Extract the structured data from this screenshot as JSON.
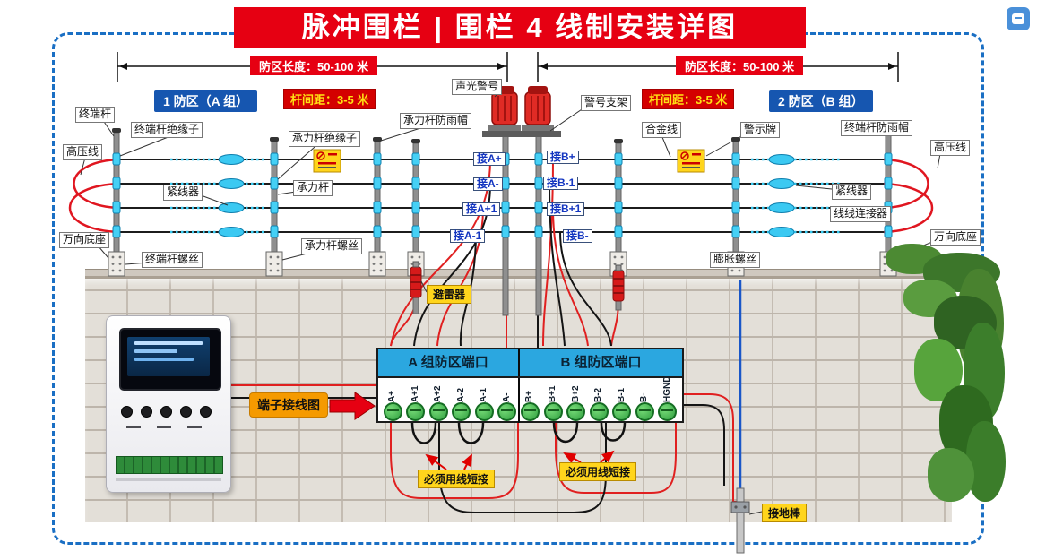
{
  "title": "脉冲围栏 | 围栏 4 线制安装详图",
  "dim_left": "防区长度：50-100 米",
  "dim_right": "防区长度：50-100 米",
  "zone_a": "1 防区（A 组）",
  "zone_b": "2 防区（B 组）",
  "spacing_left": "杆间距：3-5 米",
  "spacing_right": "杆间距：3-5 米",
  "labels": {
    "terminal_pole": "终端杆",
    "terminal_pole_insulator": "终端杆绝缘子",
    "hv_line_left": "高压线",
    "tensioner_left": "紧线器",
    "universal_base_left": "万向底座",
    "terminal_pole_screw": "终端杆螺丝",
    "load_pole_insulator": "承力杆绝缘子",
    "load_pole": "承力杆",
    "load_pole_screw": "承力杆螺丝",
    "load_pole_rain_cap": "承力杆防雨帽",
    "sound_light_alarm": "声光警号",
    "alarm_bracket": "警号支架",
    "alloy_wire": "合金线",
    "warning_sign": "警示牌",
    "terminal_pole_rain_cap": "终端杆防雨帽",
    "hv_line_right": "高压线",
    "tensioner_right": "紧线器",
    "wire_connector": "线线连接器",
    "universal_base_right": "万向底座",
    "expansion_screw": "膨胀螺丝"
  },
  "taps": [
    "接A+",
    "接A-",
    "接A+1",
    "接A-1",
    "接B+",
    "接B-1",
    "接B+1",
    "接B-"
  ],
  "callouts": {
    "arrester": "避雷器",
    "terminal_wiring": "端子接线图",
    "short_a": "必须用线短接",
    "short_b": "必须用线短接",
    "ground_rod": "接地棒"
  },
  "panel": {
    "group_a": "A 组防区端口",
    "group_b": "B 组防区端口",
    "terminals": [
      "A+",
      "A+1",
      "A+2",
      "A-2",
      "A-1",
      "A-",
      "B+",
      "B+1",
      "B+2",
      "B-2",
      "B-1",
      "B-",
      "HGND"
    ]
  },
  "icons": {
    "corner": "blue-app-badge-icon",
    "beacon": "red-strobe-alarm-icon",
    "warning_sign": "high-voltage-warning-sign-icon",
    "terminal_screw": "green-terminal-screw-icon"
  },
  "colors": {
    "banner_red": "#e60012",
    "frame_blue": "#1a6fc4",
    "zone_blue": "#1656b0",
    "panel_header_blue": "#2ba7e0",
    "terminal_green": "#2f9e3f",
    "badge_yellow": "#ffd51c",
    "badge_orange": "#f59a00",
    "wire_red": "#e02020",
    "wire_black": "#111111",
    "wire_blue": "#1a57c8",
    "insulator_cyan": "#45d0f5"
  }
}
